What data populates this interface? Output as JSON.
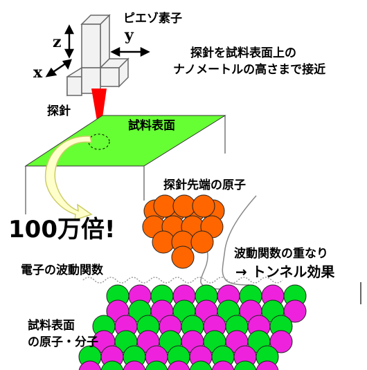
{
  "labels": {
    "piezo": "ピエゾ素子",
    "axis_z": "z",
    "axis_y": "y",
    "axis_x": "x",
    "approach_line1": "探針を試料表面上の",
    "approach_line2": "ナノメートルの高さまで接近",
    "probe": "探針",
    "sample_surface": "試料表面",
    "probe_tip_atoms": "探針先端の原子",
    "magnification": "100万倍!",
    "electron_wave": "電子の波動関数",
    "wave_overlap": "波動関数の重なり",
    "tunnel_effect": "→ トンネル効果",
    "sample_atoms_line1": "試料表面",
    "sample_atoms_line2": "の原子・分子"
  },
  "colors": {
    "sample_plane": "#66ff33",
    "probe_tip": "#ff0000",
    "tip_atoms": "#ff6600",
    "atom_green": "#00dd22",
    "atom_magenta": "#ee22dd",
    "arrow_fill": "#ffffcc",
    "arrow_stroke": "#cccc66"
  }
}
